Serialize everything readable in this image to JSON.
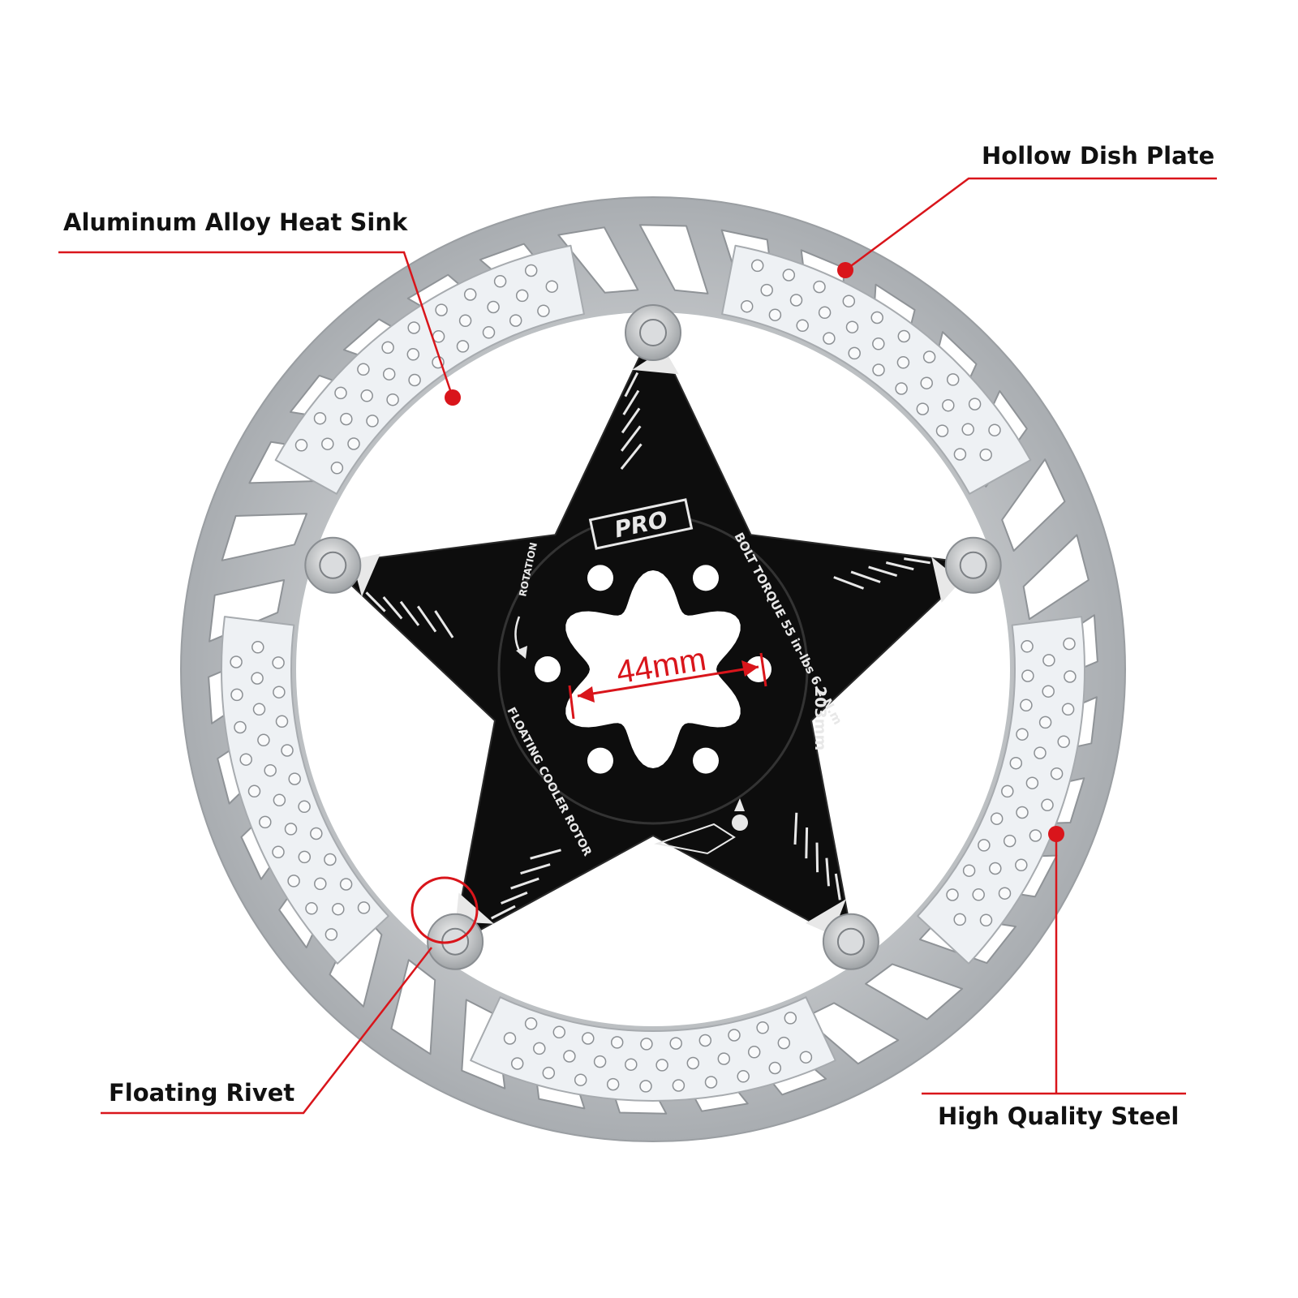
{
  "callouts": {
    "heat_sink": "Aluminum Alloy Heat Sink",
    "dish_plate": "Hollow Dish Plate",
    "rivet": "Floating Rivet",
    "steel": "High Quality Steel"
  },
  "dimension": {
    "label": "44mm"
  },
  "rotor_print": {
    "brand": "PRO",
    "torque": "BOLT TORQUE 55 in-lbs 6.2 N.m",
    "size": "203mm",
    "rotation": "ROTATION",
    "model": "FLOATING COOLER ROTOR"
  },
  "colors": {
    "callout_red": "#d9151b",
    "spider_black": "#0d0d0d",
    "steel_gray": "#b9bcbf",
    "alloy_white": "#eef1f4"
  }
}
